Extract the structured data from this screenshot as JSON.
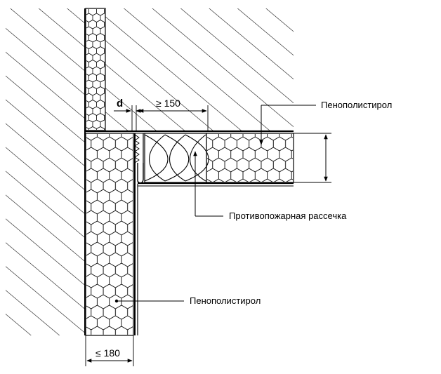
{
  "labels": {
    "dim_d": "d",
    "dim_150": "≥ 150",
    "dim_180": "≤ 180",
    "eps_top": "Пенополистирол",
    "fire_break": "Противопожарная рассечка",
    "eps_bottom": "Пенополистирол"
  },
  "colors": {
    "ink": "#000000",
    "paper": "#ffffff"
  }
}
